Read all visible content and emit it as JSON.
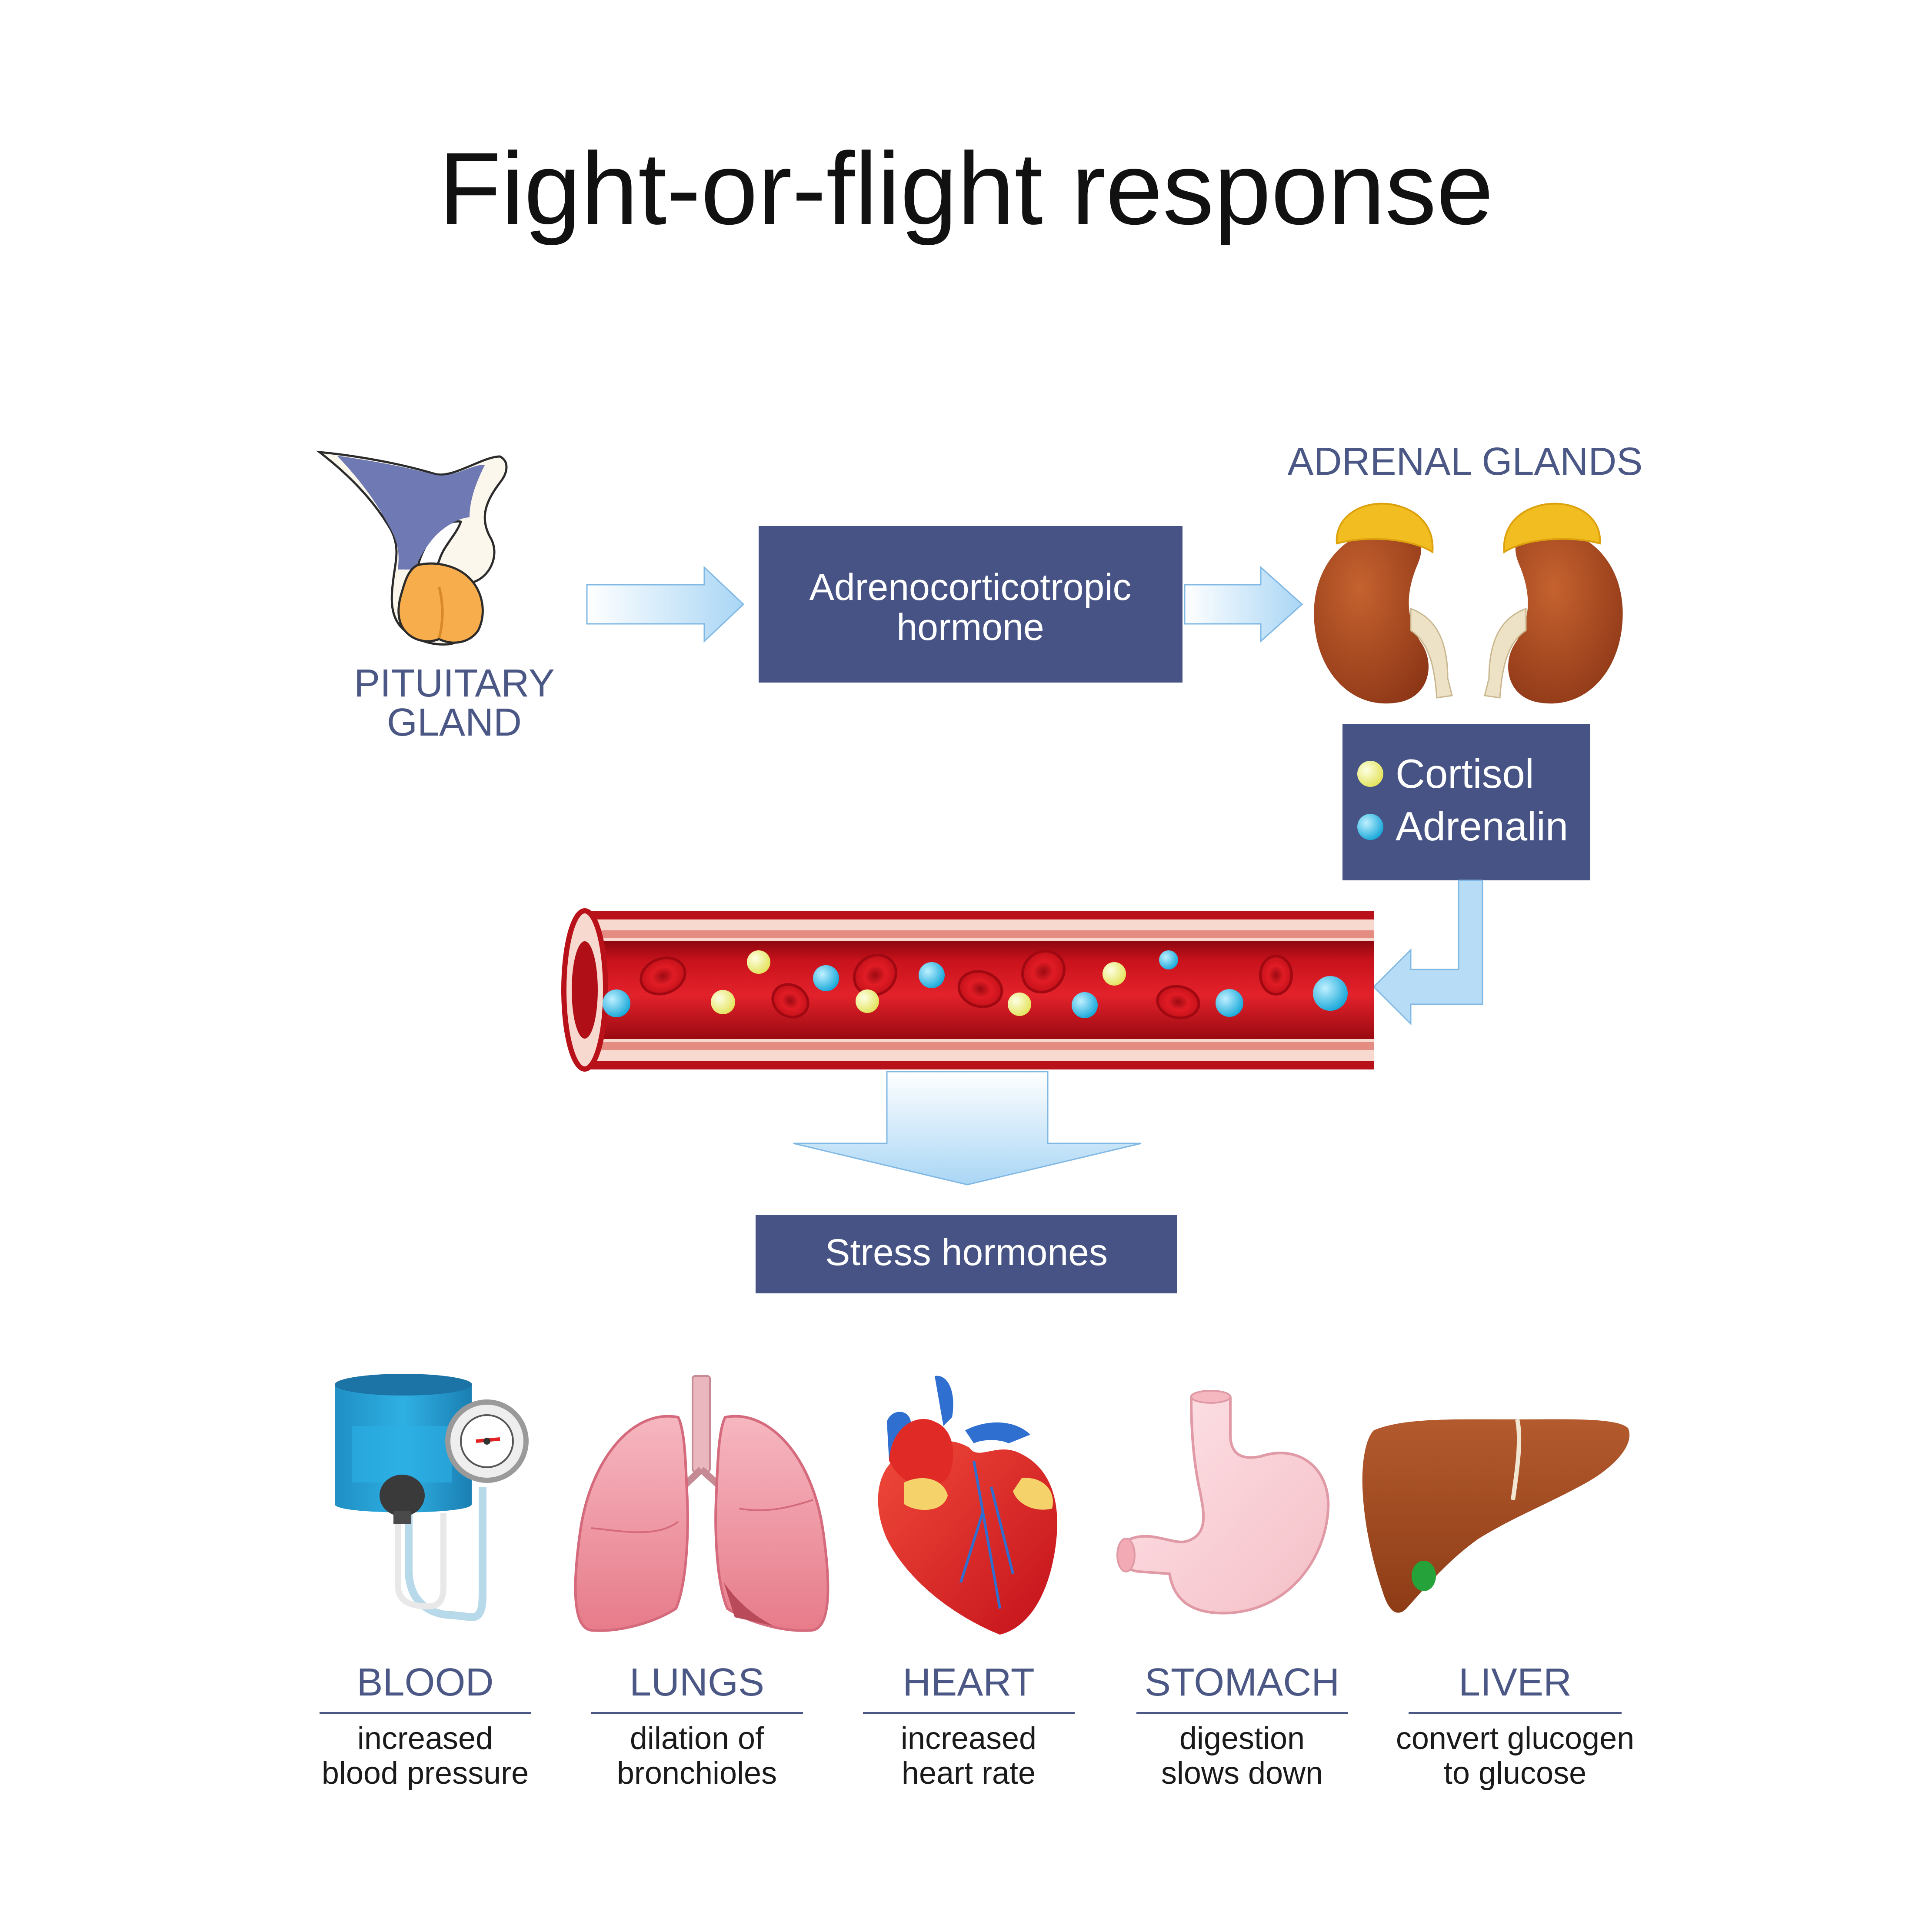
{
  "title": "Fight-or-flight response",
  "pituitary": {
    "label_line1": "PITUITARY",
    "label_line2": "GLAND"
  },
  "acth_box": {
    "line1": "Adrenocorticotropic",
    "line2": "hormone"
  },
  "adrenal": {
    "label": "ADRENAL GLANDS"
  },
  "hormones_box": {
    "cortisol": "Cortisol",
    "adrenalin": "Adrenalin"
  },
  "stress_box": {
    "label": "Stress hormones"
  },
  "organs": [
    {
      "name": "BLOOD",
      "line1": "increased",
      "line2": "blood pressure"
    },
    {
      "name": "LUNGS",
      "line1": "dilation of",
      "line2": "bronchioles"
    },
    {
      "name": "HEART",
      "line1": "increased",
      "line2": "heart rate"
    },
    {
      "name": "STOMACH",
      "line1": "digestion",
      "line2": "slows down"
    },
    {
      "name": "LIVER",
      "line1": "convert glucogen",
      "line2": "to glucose"
    }
  ],
  "colors": {
    "box_fill": "#465384",
    "label_blue": "#4b5784",
    "arrow_fill": "#b7dcf6",
    "cortisol_dot": "#eef08a",
    "adrenalin_dot": "#38c0e3",
    "vessel_red": "#c0111c",
    "kidney": "#a8481f",
    "adrenal_cap": "#f2bd21"
  }
}
